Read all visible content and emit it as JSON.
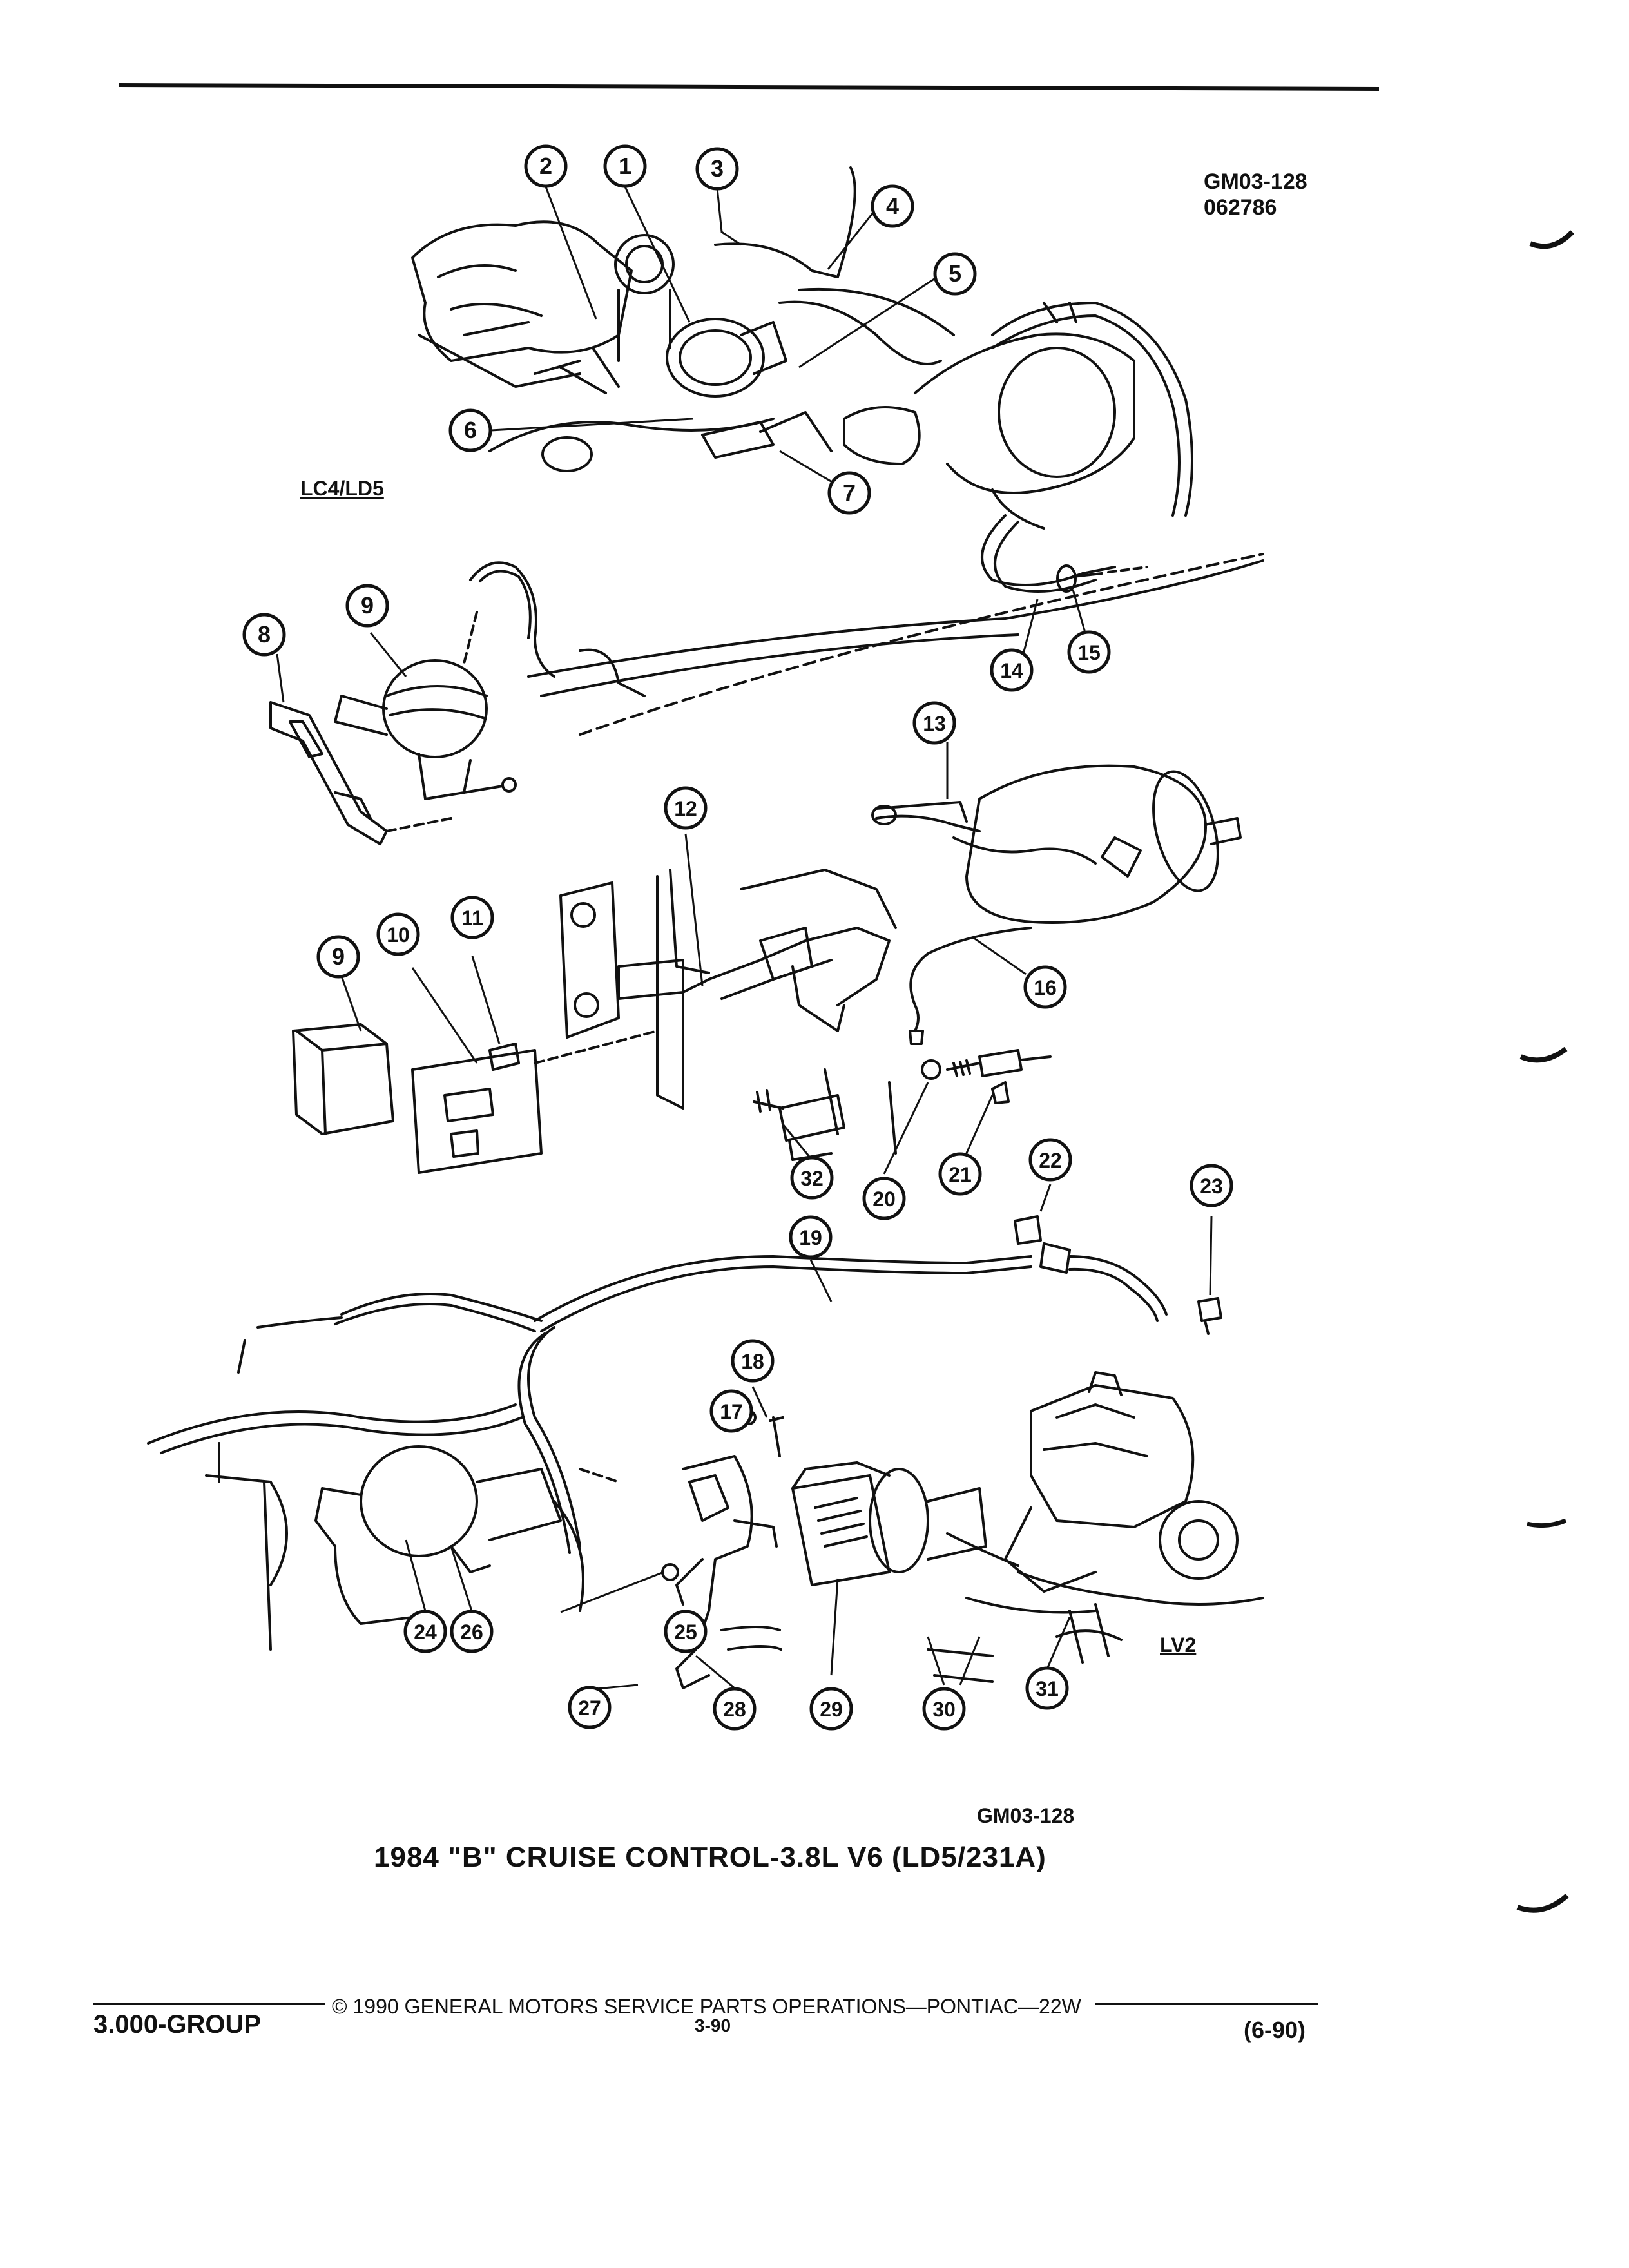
{
  "page": {
    "ref_code_top": "GM03-128",
    "ref_date_top": "062786",
    "ref_code_bottom": "GM03-128",
    "title": "1984 \"B\" CRUISE CONTROL-3.8L V6 (LD5/231A)",
    "copyright": "© 1990 GENERAL MOTORS SERVICE PARTS OPERATIONS—PONTIAC—22W",
    "page_number": "3-90",
    "group": "3.000-GROUP",
    "revision_date": "(6-90)"
  },
  "engine_labels": {
    "top": "LC4/LD5",
    "bottom": "LV2"
  },
  "callouts": [
    "1",
    "2",
    "3",
    "4",
    "5",
    "6",
    "7",
    "8",
    "9",
    "9",
    "10",
    "11",
    "12",
    "13",
    "14",
    "15",
    "16",
    "17",
    "18",
    "19",
    "20",
    "21",
    "22",
    "23",
    "24",
    "25",
    "26",
    "27",
    "28",
    "29",
    "30",
    "31",
    "32"
  ]
}
